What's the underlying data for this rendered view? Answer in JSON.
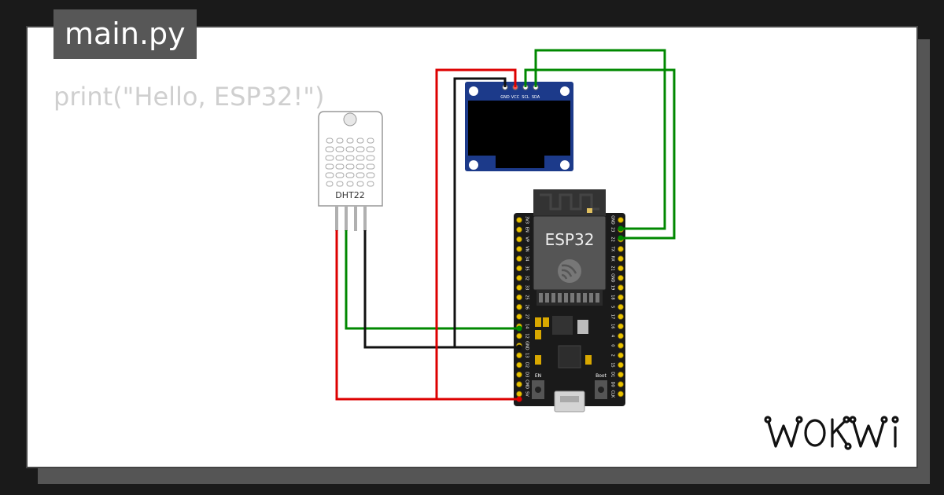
{
  "file_tab": {
    "name": "main.py"
  },
  "code": {
    "line1": "print(\"Hello, ESP32!\")"
  },
  "components": {
    "dht22": {
      "label": "DHT22"
    },
    "oled": {
      "pins": [
        "GND",
        "VCC",
        "SCL",
        "SDA"
      ]
    },
    "esp32": {
      "label": "ESP32",
      "left_pins": [
        "3V3",
        "EN",
        "VP",
        "VN",
        "34",
        "35",
        "32",
        "33",
        "25",
        "26",
        "27",
        "14",
        "12",
        "GND",
        "13",
        "D2",
        "D3",
        "CMD",
        "5V"
      ],
      "right_pins": [
        "GND",
        "23",
        "22",
        "TX",
        "RX",
        "21",
        "GND",
        "19",
        "18",
        "5",
        "17",
        "16",
        "4",
        "0",
        "2",
        "15",
        "D1",
        "D0",
        "CLK"
      ],
      "buttons": [
        "EN",
        "Boot"
      ]
    }
  },
  "wire_colors": {
    "power": "#dd0000",
    "ground": "#111111",
    "signal": "#008800"
  },
  "brand": {
    "name": "WOKWI"
  }
}
